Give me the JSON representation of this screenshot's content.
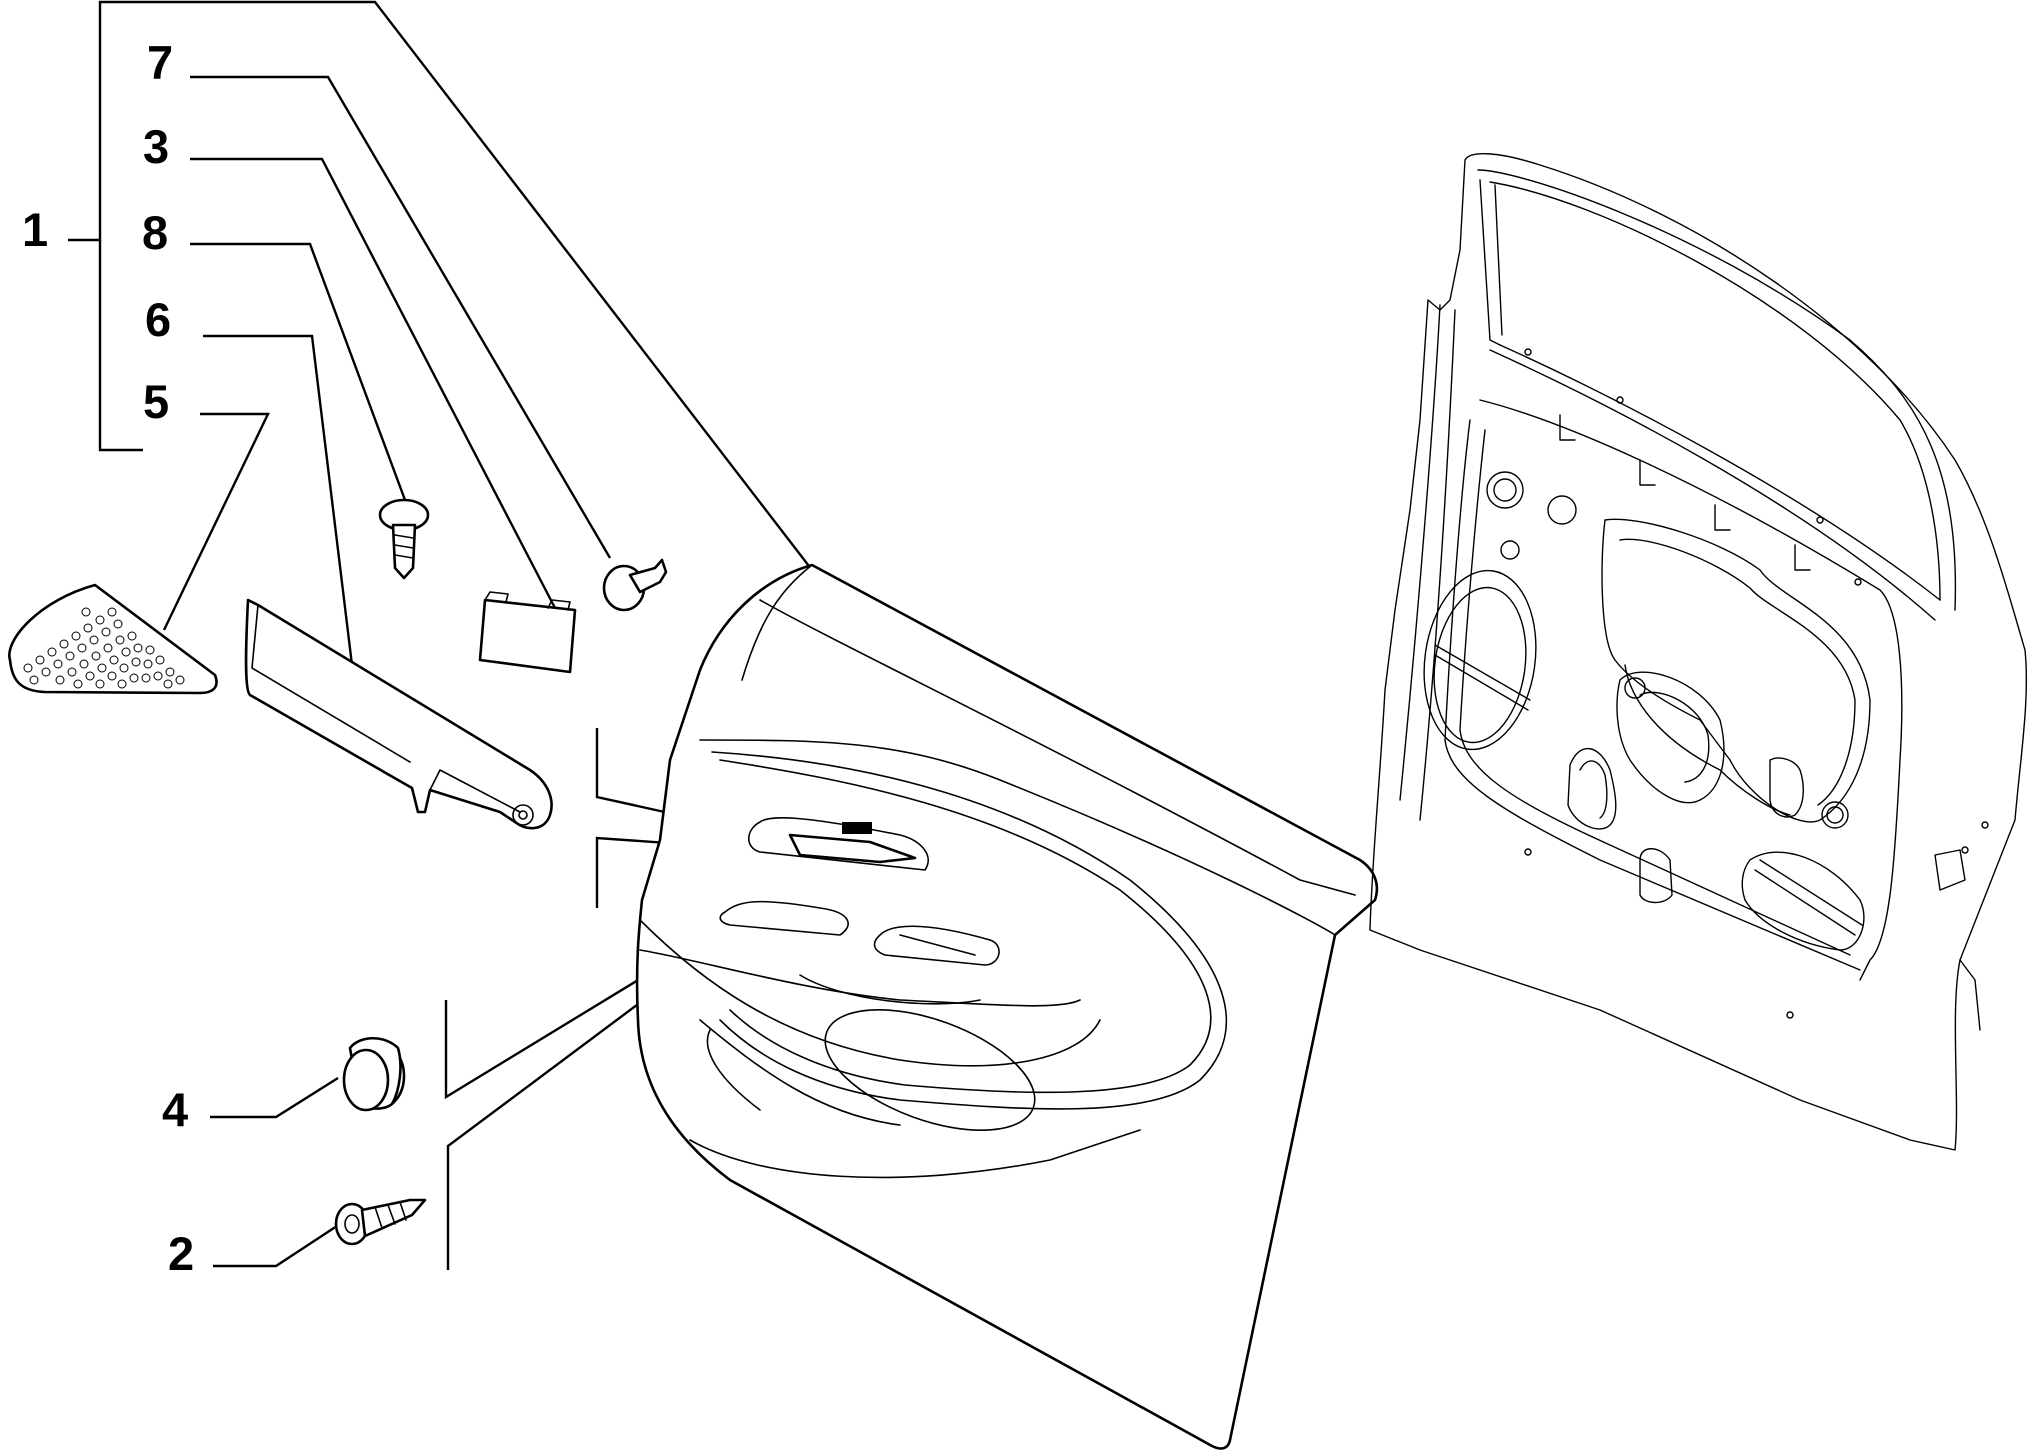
{
  "callouts": {
    "c1": "1",
    "c7": "7",
    "c3": "3",
    "c8": "8",
    "c6": "6",
    "c5": "5",
    "c4": "4",
    "c2": "2"
  },
  "colors": {
    "ink": "#000000",
    "background": "#ffffff"
  },
  "icons": [
    "speaker-grille-icon",
    "door-handle-trim-icon",
    "push-rivet-icon",
    "cover-cap-icon",
    "plug-cap-icon",
    "screw-icon",
    "door-panel-icon",
    "door-frame-icon"
  ]
}
